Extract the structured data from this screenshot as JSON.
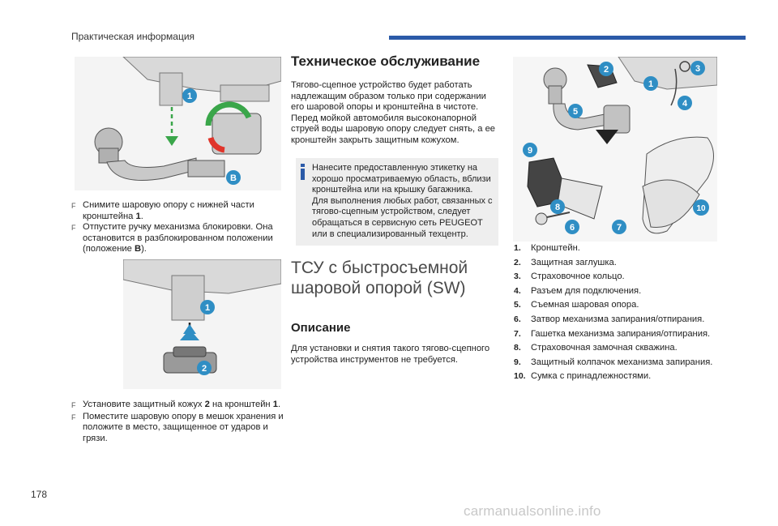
{
  "header": {
    "section_title": "Практическая информация"
  },
  "page_number": "178",
  "watermark": "carmanualsonline.info",
  "figures": {
    "top_left": {
      "callouts": [
        "1",
        "B"
      ]
    },
    "bottom_left": {
      "callouts": [
        "1",
        "2"
      ]
    },
    "right": {
      "callouts": [
        "1",
        "2",
        "3",
        "4",
        "5",
        "6",
        "7",
        "8",
        "9",
        "10"
      ]
    }
  },
  "instructions_removal": [
    {
      "marker": "F",
      "text_before": "Снимите шаровую опору с нижней части кронштейна ",
      "bold": "1",
      "text_after": "."
    },
    {
      "marker": "F",
      "text_before": "Отпустите ручку механизма блокировки. Она остановится в разблокированном положении (положение ",
      "bold": "B",
      "text_after": ")."
    }
  ],
  "instructions_storage": [
    {
      "marker": "F",
      "text_before": "Установите защитный кожух ",
      "bold": "2",
      "text_middle": " на кронштейн ",
      "bold2": "1",
      "text_after": "."
    },
    {
      "marker": "F",
      "text_before": "Поместите шаровую опору в мешок хранения и положите в место, защищенное от ударов и грязи.",
      "bold": "",
      "text_after": ""
    }
  ],
  "maintenance": {
    "heading": "Техническое обслуживание",
    "paragraph1": "Тягово-сцепное устройство будет работать надлежащим образом только при содержании его шаровой опоры и кронштейна в чистоте.",
    "paragraph2": "Перед мойкой автомобиля высоконапорной струей воды шаровую опору следует снять, а ее кронштейн закрыть защитным кожухом."
  },
  "note": {
    "icon": "info-icon",
    "text1": "Нанесите предоставленную этикетку на хорошо просматриваемую область, вблизи кронштейна или на крышку багажника.",
    "text2": "Для выполнения любых работ, связанных с тягово-сцепным устройством, следует обращаться в сервисную сеть PEUGEOT или в специализированный техцентр."
  },
  "tsu_heading": "ТСУ с быстросъемной шаровой опорой (SW)",
  "description": {
    "heading": "Описание",
    "text": "Для установки и снятия такого тягово-сцепного устройства инструментов не требуется."
  },
  "parts_list": [
    {
      "num": "1.",
      "label": "Кронштейн."
    },
    {
      "num": "2.",
      "label": "Защитная заглушка."
    },
    {
      "num": "3.",
      "label": "Страховочное кольцо."
    },
    {
      "num": "4.",
      "label": "Разъем для подключения."
    },
    {
      "num": "5.",
      "label": "Съемная шаровая опора."
    },
    {
      "num": "6.",
      "label": "Затвор механизма запирания/отпирания."
    },
    {
      "num": "7.",
      "label": "Гашетка механизма запирания/отпирания."
    },
    {
      "num": "8.",
      "label": "Страховочная замочная скважина."
    },
    {
      "num": "9.",
      "label": "Защитный колпачок механизма запирания."
    },
    {
      "num": "10.",
      "label": "Сумка с принадлежностями."
    }
  ],
  "colors": {
    "accent": "#2b5aa8",
    "badge": "#2f8ec4",
    "arrow_green": "#3aa64a",
    "arrow_red": "#e0352b",
    "note_bg": "#eeeeee"
  }
}
